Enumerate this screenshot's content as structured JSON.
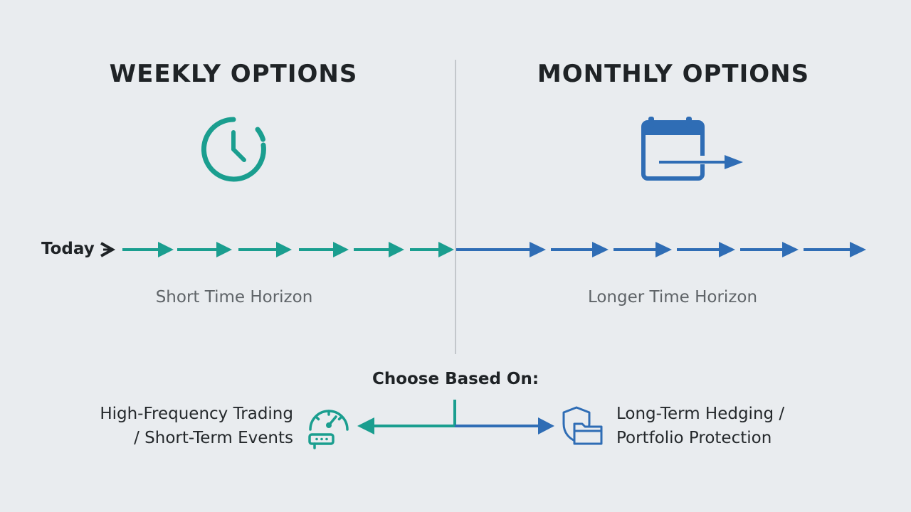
{
  "left": {
    "title": "WEEKLY OPTIONS",
    "horizon": "Short Time Horizon",
    "use_case_line1": "High-Frequency Trading",
    "use_case_line2": "/ Short-Term Events",
    "icon": "clock-icon",
    "color": "#1a9e8f"
  },
  "right": {
    "title": "MONTHLY OPTIONS",
    "horizon": "Longer Time Horizon",
    "use_case_line1": "Long-Term Hedging /",
    "use_case_line2": "Portfolio Protection",
    "icon": "calendar-arrow-icon",
    "color": "#2f6db5"
  },
  "timeline": {
    "start_label": "Today"
  },
  "decision": {
    "label": "Choose Based On:",
    "left_icon": "speedometer-icon",
    "right_icon": "shield-folder-icon"
  }
}
